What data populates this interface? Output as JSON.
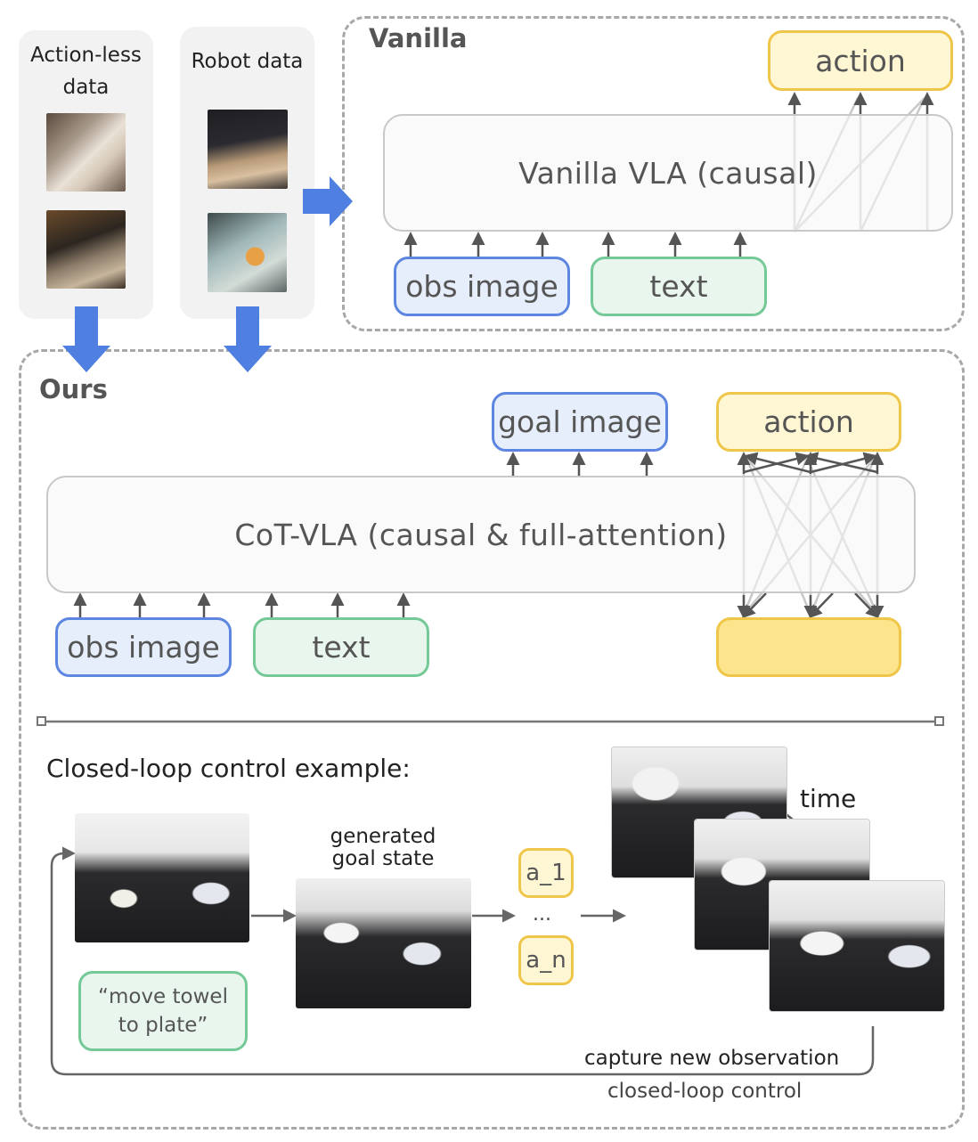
{
  "sources": {
    "actionless_label": "Action-less data",
    "robot_label": "Robot data"
  },
  "vanilla": {
    "title": "Vanilla",
    "model": "Vanilla VLA (causal)",
    "action": "action",
    "obs": "obs image",
    "text": "text"
  },
  "ours": {
    "title": "Ours",
    "model": "CoT-VLA (causal & full-attention)",
    "goal": "goal image",
    "action": "action",
    "obs": "obs image",
    "text": "text",
    "action_tokens_label": ""
  },
  "example": {
    "title": "Closed-loop control example:",
    "instruction": "“move towel to plate”",
    "generated_line1": "generated",
    "generated_line2": "goal state",
    "a1": "a_1",
    "ellipsis": "...",
    "an": "a_n",
    "time": "time",
    "capture": "capture new observation",
    "closed_loop": "closed-loop control"
  },
  "colors": {
    "arrow_blue": "#4f7fe0",
    "obs_border": "#5c86e0",
    "text_border": "#74c997",
    "action_border": "#efc64a",
    "action_fill": "#fce48d"
  }
}
